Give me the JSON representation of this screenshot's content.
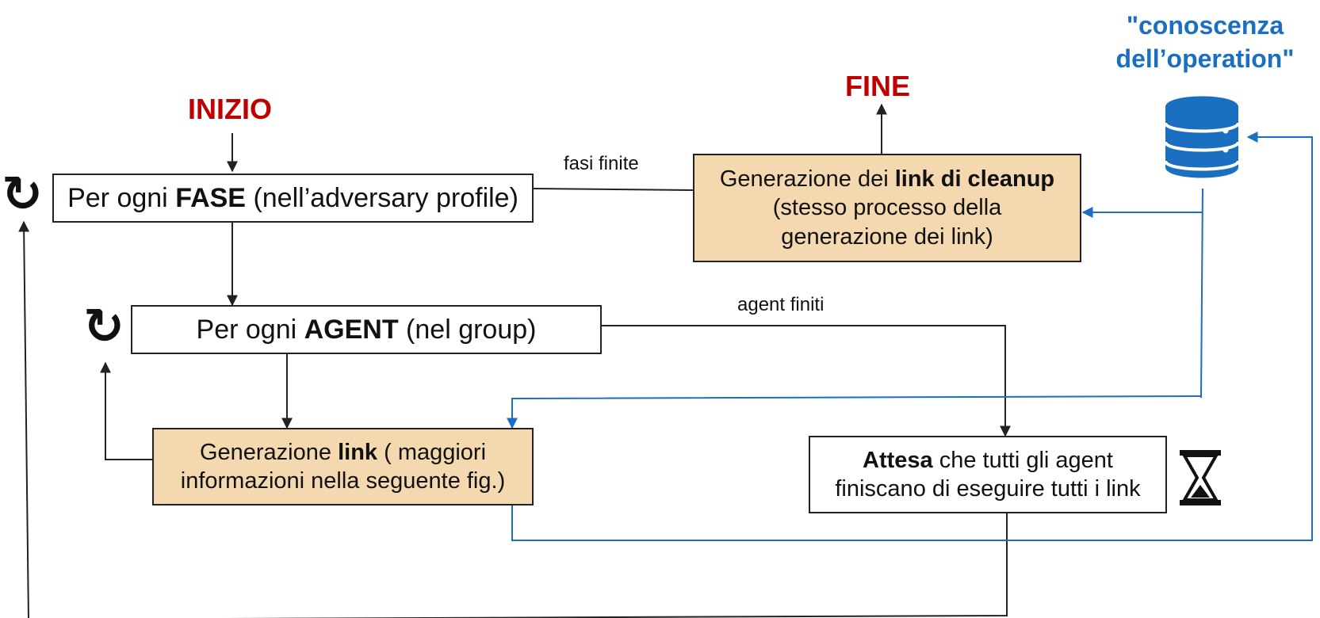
{
  "start_label": "INIZIO",
  "end_label": "FINE",
  "knowledge": {
    "line1": "\"conoscenza",
    "line2": "dell’operation\"",
    "icon": "database-icon",
    "color": "#1a6fc0"
  },
  "phase_box": {
    "prefix": "Per ogni ",
    "bold": "FASE",
    "suffix": " (nell’adversary profile)"
  },
  "agent_box": {
    "prefix": "Per ogni ",
    "bold": "AGENT",
    "suffix": " (nel group)"
  },
  "cleanup_box": {
    "l1_prefix": "Generazione dei ",
    "l1_bold": "link di cleanup",
    "l2": "(stesso processo della",
    "l3": "generazione  dei link)"
  },
  "link_box": {
    "l1_prefix": "Generazione ",
    "l1_bold": "link",
    "l1_suffix": " ( maggiori",
    "l2": "informazioni nella seguente fig.)"
  },
  "wait_box": {
    "l1_bold": "Attesa",
    "l1_suffix": " che tutti gli agent",
    "l2": "finiscano di eseguire tutti i link",
    "icon": "hourglass-icon"
  },
  "edge_labels": {
    "phases_done": "fasi finite",
    "agents_done": "agent finiti"
  },
  "icons": {
    "loop": "refresh-icon"
  },
  "colors": {
    "start_end": "#c00000",
    "box_fill_highlight": "#f4d8b0",
    "arrow": "#222222",
    "knowledge_arrow": "#1a6fc0"
  }
}
